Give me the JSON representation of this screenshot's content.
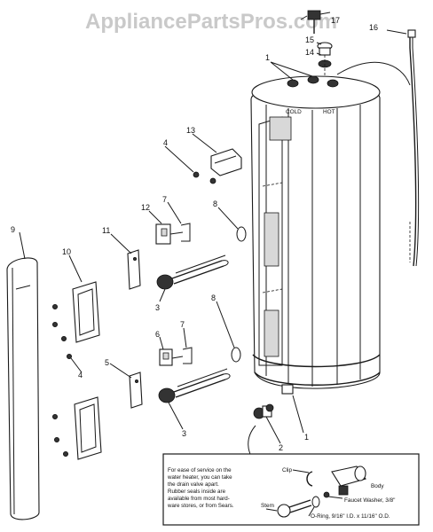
{
  "watermark": "AppliancePartsPros.com",
  "callouts": {
    "c1a": "1",
    "c1b": "1",
    "c2": "2",
    "c3a": "3",
    "c3b": "3",
    "c4a": "4",
    "c4b": "4",
    "c5": "5",
    "c6": "6",
    "c7a": "7",
    "c7b": "7",
    "c8a": "8",
    "c8b": "8",
    "c9": "9",
    "c10": "10",
    "c11": "11",
    "c12": "12",
    "c13": "13",
    "c14": "14",
    "c15": "15",
    "c16": "16",
    "c17": "17"
  },
  "inset": {
    "note_lines": [
      "For ease of service on the",
      "water heater, you can take",
      "the drain valve apart.",
      "Rubber seals inside are",
      "available from most hard-",
      "ware stores, or from Sears."
    ],
    "labels": {
      "clip": "Clip",
      "body": "Body",
      "faucet_washer": "Faucet Washer, 3/8\"",
      "stem": "Stem",
      "oring": "O-Ring, 9/16\" I.D. x 11/16\" O.D."
    }
  },
  "colors": {
    "line": "#1a1a1a",
    "watermark": "#c9c9c9",
    "background": "#ffffff"
  }
}
